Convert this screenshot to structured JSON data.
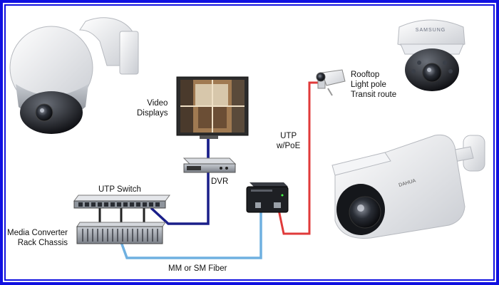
{
  "labels": {
    "video_displays": [
      "Video",
      "Displays"
    ],
    "utp_switch": "UTP Switch",
    "dvr": "DVR",
    "media_converter": [
      "Media Converter",
      "Rack Chassis"
    ],
    "fiber": "MM or SM Fiber",
    "utp_poe": [
      "UTP",
      "w/PoE"
    ],
    "locations": [
      "Rooftop",
      "Light pole",
      "Transit route"
    ]
  },
  "brand_text": {
    "dome_camera": "SAMSUNG",
    "bullet_camera": "DAHUA"
  },
  "colors": {
    "border": "#1010e0",
    "utp_cable": "#1a1f8a",
    "fiber_cable": "#6fb0e0",
    "poe_cable": "#e03a3a",
    "switch_cable": "#222222"
  }
}
